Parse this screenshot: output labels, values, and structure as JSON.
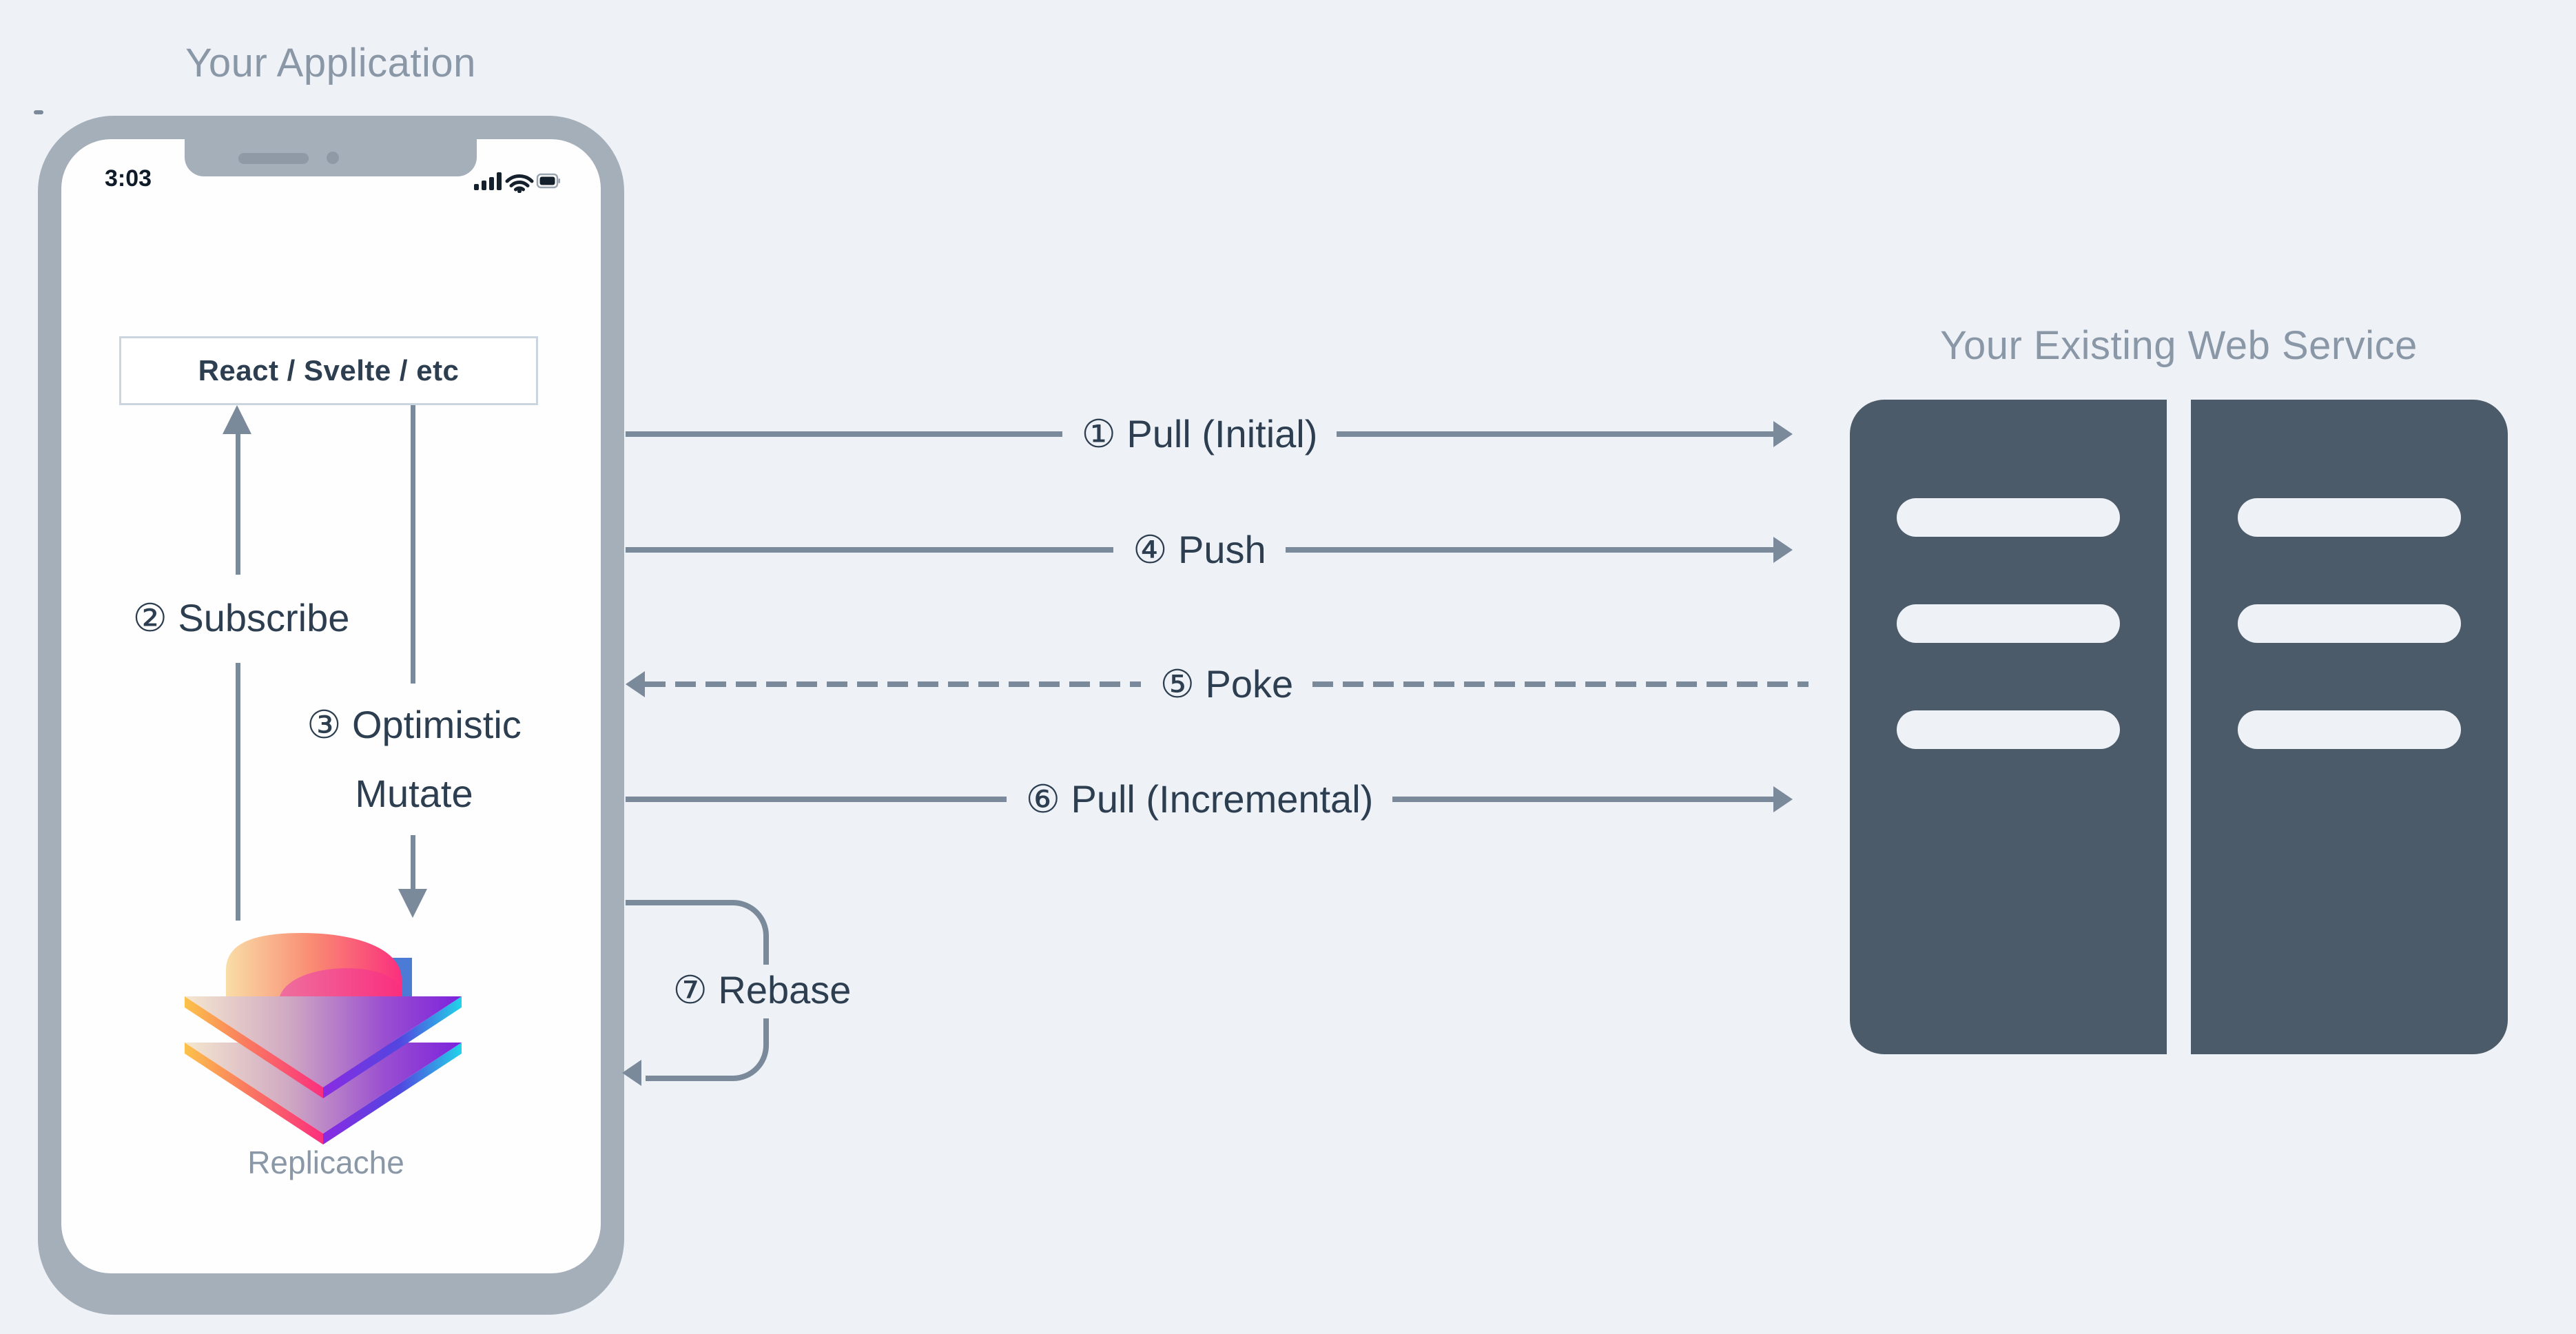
{
  "diagram": {
    "left_panel_title": "Your Application",
    "right_panel_title": "Your Existing Web Service",
    "phone": {
      "status_bar": {
        "time": "3:03",
        "icons": [
          "cellular-signal",
          "wifi",
          "battery"
        ]
      },
      "frontend_box_label": "React / Svelte / etc",
      "logo_caption": "Replicache"
    },
    "flows": {
      "pull_initial": {
        "label": "① Pull (Initial)",
        "direction": "right",
        "style": "solid"
      },
      "subscribe": {
        "label": "② Subscribe",
        "direction": "up",
        "style": "solid"
      },
      "optimistic_mutate": {
        "line1": "③ Optimistic",
        "line2": "Mutate",
        "direction": "down",
        "style": "solid"
      },
      "push": {
        "label": "④ Push",
        "direction": "right",
        "style": "solid"
      },
      "poke": {
        "label": "⑤ Poke",
        "direction": "left",
        "style": "dashed"
      },
      "pull_incremental": {
        "label": "⑥ Pull (Incremental)",
        "direction": "right",
        "style": "solid"
      },
      "rebase": {
        "label": "⑦ Rebase",
        "direction": "loop",
        "style": "solid"
      }
    },
    "server": {
      "racks": 2,
      "slots_per_rack": 3
    },
    "colors": {
      "background": "#eef1f6",
      "phone_frame": "#a4afba",
      "server_body": "#4c5b69",
      "arrow": "#7b8a9a",
      "label_text": "#2c3e50",
      "muted_title": "#8997a7",
      "logo_yellow": "#fcc24a",
      "logo_pink": "#fb2f7e",
      "logo_purple": "#7c22dd",
      "logo_cyan": "#21d4e8"
    }
  }
}
